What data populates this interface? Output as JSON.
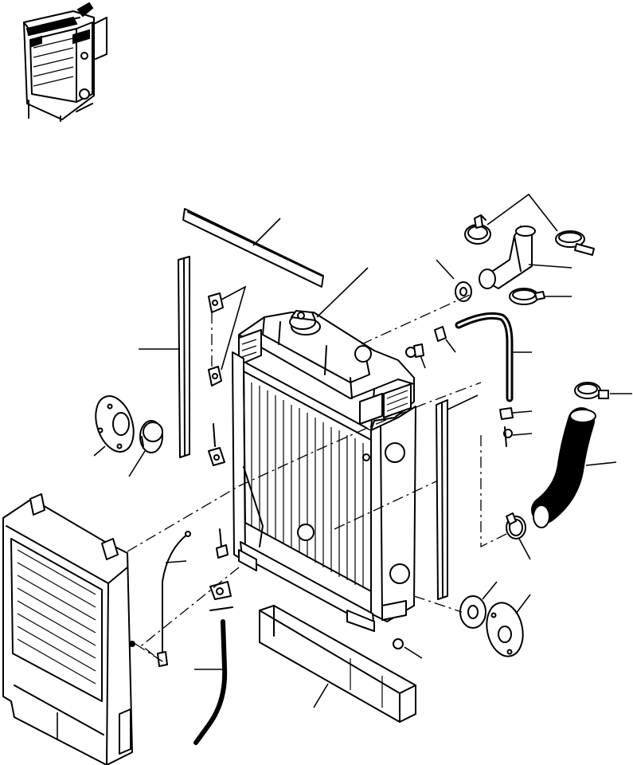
{
  "figure": {
    "type": "exploded-parts-diagram",
    "colors": {
      "ink": "#000000",
      "paper": "#ffffff"
    },
    "inset": {
      "icon": "radiator-assembly-thumbnail-icon"
    },
    "parts": [
      {
        "name": "top-seal-strip"
      },
      {
        "name": "radiator-cap"
      },
      {
        "name": "hose-clamp"
      },
      {
        "name": "upper-hose-elbow"
      },
      {
        "name": "overflow-hose"
      },
      {
        "name": "lower-hose"
      },
      {
        "name": "side-seal-strip-left"
      },
      {
        "name": "side-seal-strip-right"
      },
      {
        "name": "mounting-cushion"
      },
      {
        "name": "mounting-plate"
      },
      {
        "name": "radiator-core"
      },
      {
        "name": "radiator-guard-screen"
      },
      {
        "name": "drain-hose"
      },
      {
        "name": "bottom-seal-block"
      },
      {
        "name": "bracket-bolt"
      }
    ]
  }
}
